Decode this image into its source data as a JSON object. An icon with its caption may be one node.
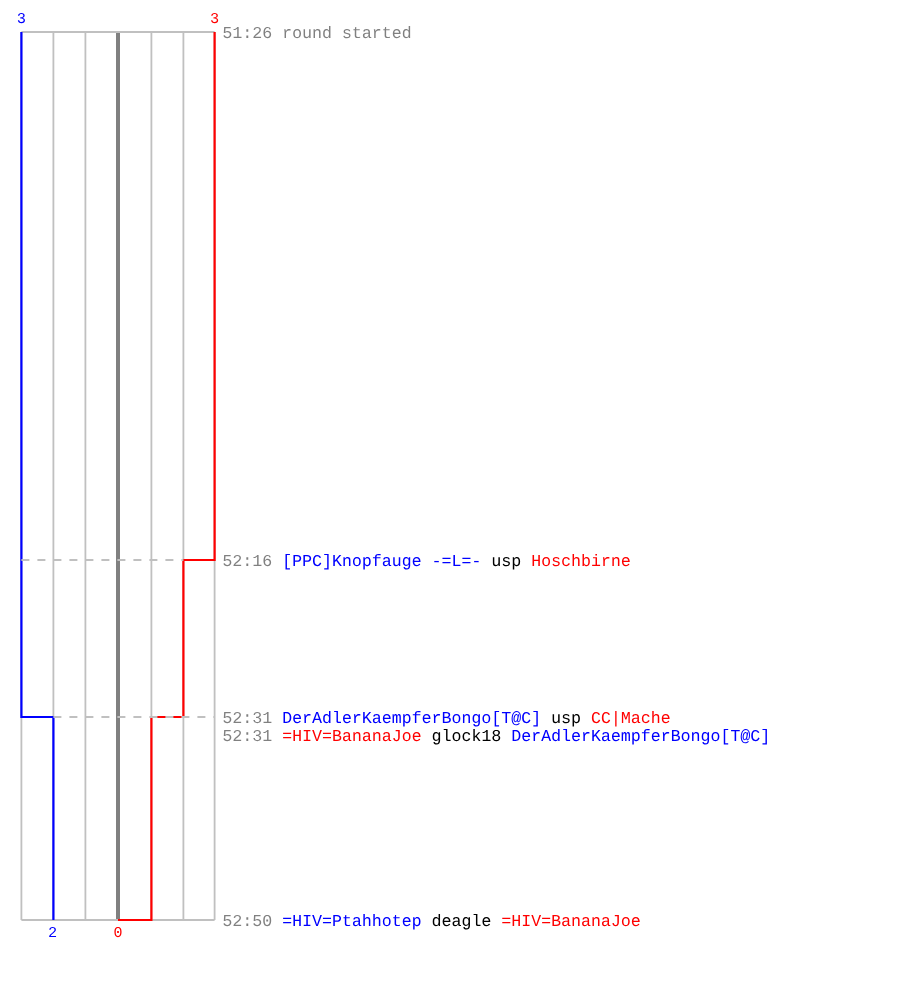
{
  "diagram": {
    "labels": [
      "3",
      "3",
      "51:26",
      "round started",
      "52:16",
      "[PPC]Knopfauge -=L=-",
      "usp",
      "Hoschbirne",
      "52:31",
      "DerAdlerKaempferBongo[T@C]",
      "usp",
      "CC|Mache",
      "52:31",
      "=HIV=BananaJoe",
      "glock18",
      "DerAdlerKaempferBongo[T@C]",
      "2",
      "0",
      "52:50",
      "=HIV=Ptahhotep",
      "deagle",
      "=HIV=BananaJoe"
    ]
  }
}
